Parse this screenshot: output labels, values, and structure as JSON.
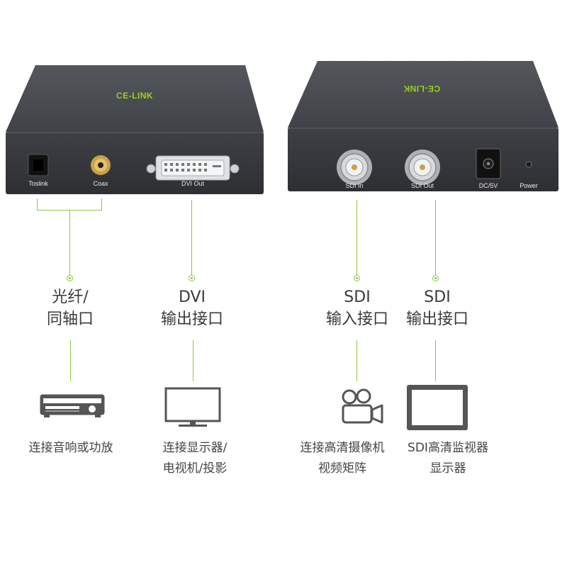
{
  "left_device": {
    "brand": "CE-LINK",
    "ports": {
      "toslink": "Toslink",
      "coax": "Coax",
      "dvi_out": "DVI Out"
    }
  },
  "right_device": {
    "brand": "CE-LINK",
    "ports": {
      "sdi_in": "SDI In",
      "sdi_out": "SDI Out",
      "dc": "DC/5V",
      "power": "Power"
    }
  },
  "callouts": {
    "audio": {
      "line1": "光纤/",
      "line2": "同轴口"
    },
    "dvi": {
      "line1": "DVI",
      "line2": "输出接口"
    },
    "sdi_in": {
      "line1": "SDI",
      "line2": "输入接口"
    },
    "sdi_out": {
      "line1": "SDI",
      "line2": "输出接口"
    }
  },
  "captions": {
    "audio": {
      "line1": "连接音响或功放"
    },
    "dvi": {
      "line1": "连接显示器/",
      "line2": "电视机/投影"
    },
    "sdi_in": {
      "line1": "连接高清摄像机",
      "line2": "视频矩阵"
    },
    "sdi_out": {
      "line1": "SDI高清监视器",
      "line2": "显示器"
    }
  },
  "icons": {
    "audio": "amplifier-icon",
    "dvi": "monitor-icon",
    "sdi_in": "video-camera-icon",
    "sdi_out": "tablet-monitor-icon"
  },
  "colors": {
    "accent": "#8cc63f",
    "brand": "#9ad21a",
    "device_body": "#3b3d42"
  }
}
